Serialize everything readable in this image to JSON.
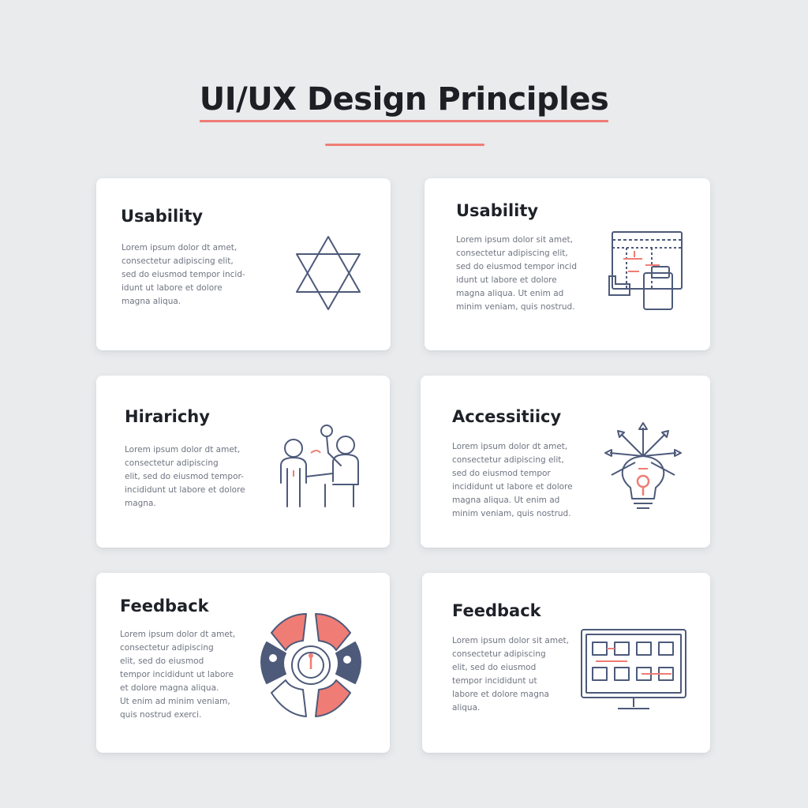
{
  "title": "UI/UX Design Principles",
  "colors": {
    "accent": "#ef7d75",
    "navy": "#4d5a7a",
    "background": "#e9ebed",
    "card": "#ffffff"
  },
  "cards": [
    {
      "heading": "Usability",
      "icon": "star-outline-icon",
      "lines": [
        "Lorem ipsum dolor dt amet,",
        "consectetur adipiscing elit,",
        "sed do eiusmod tempor incid-",
        "idunt ut labore et dolore",
        "magna aliqua."
      ]
    },
    {
      "heading": "Usability",
      "icon": "wireframe-devices-icon",
      "lines": [
        "Lorem ipsum dolor sit amet,",
        "consectetur adipiscing elit,",
        "sed do eiusmod tempor incid",
        "idunt ut labore et dolore",
        "magna aliqua. Ut enim ad",
        "minim veniam, quis nostrud."
      ]
    },
    {
      "heading": "Hirarichy",
      "icon": "people-collaboration-icon",
      "lines": [
        "Lorem ipsum dolor dt amet,",
        "consectetur adipiscing",
        "elit, sed do eiusmod tempor-",
        "incididunt ut labore et dolore",
        "magna."
      ]
    },
    {
      "heading": "Accessitiicy",
      "icon": "lightbulb-network-icon",
      "lines": [
        "Lorem ipsum dolor dt amet,",
        "consectetur adipiscing elit,",
        "sed do eiusmod tempor",
        "incididunt ut labore et dolore",
        "magna aliqua. Ut enim ad",
        "minim veniam, quis nostrud."
      ]
    },
    {
      "heading": "Feedback",
      "icon": "feedback-wheel-icon",
      "lines": [
        "Lorem ipsum dolor dt amet,",
        "consectetur adipiscing",
        "elit, sed do eiusmod",
        "tempor incididunt ut labore",
        "et dolore magna aliqua.",
        "Ut enim ad minim veniam,",
        "quis nostrud exerci."
      ]
    },
    {
      "heading": "Feedback",
      "icon": "monitor-grid-icon",
      "lines": [
        "Lorem ipsum dolor sit amet,",
        "consectetur adipiscing",
        "elit, sed do eiusmod",
        "tempor incididunt ut",
        "labore et dolore magna",
        "aliqua."
      ]
    }
  ]
}
